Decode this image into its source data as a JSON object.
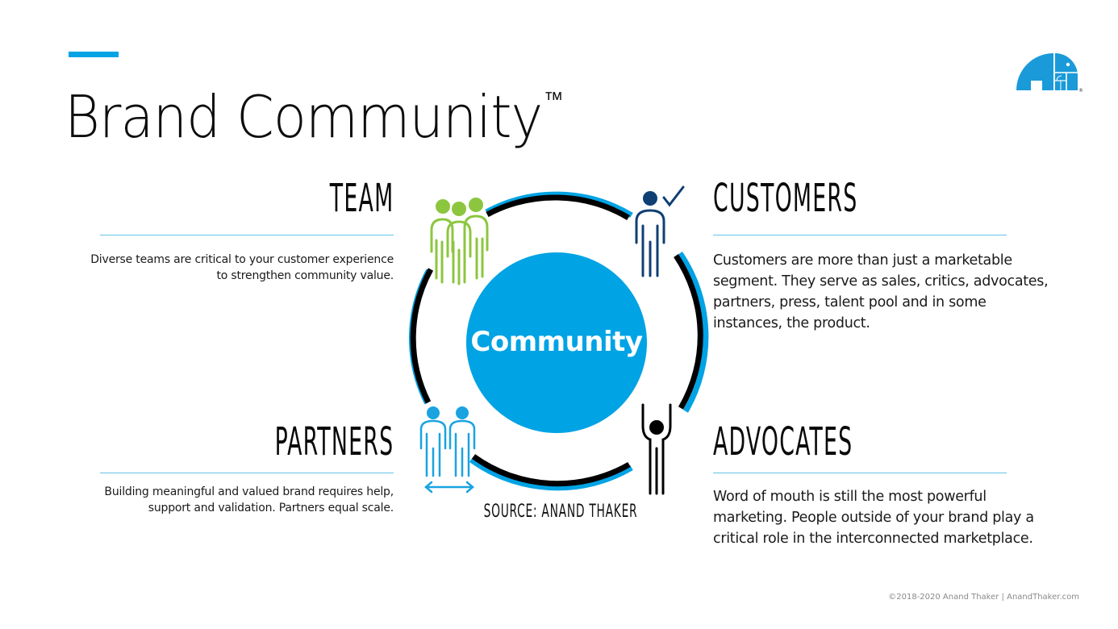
{
  "header": {
    "title": "Brand Community",
    "trademark": "™",
    "accent_color": "#00a3e4"
  },
  "logo": {
    "icon": "elephant-golden-ratio-logo-icon",
    "color": "#1a9ad9",
    "registered_mark": "®"
  },
  "diagram": {
    "center_label": "Community",
    "center_color": "#00a3e4",
    "ring_color": "#000000",
    "ring_accent_color": "#00a3e4",
    "source": "SOURCE: ANAND THAKER",
    "icons": [
      {
        "name": "team-group-icon",
        "color": "#8cc63f",
        "position": "top-left"
      },
      {
        "name": "customer-check-icon",
        "color": "#0f3f73",
        "position": "top-right"
      },
      {
        "name": "partners-pair-icon",
        "color": "#1aa3e0",
        "position": "bottom-left"
      },
      {
        "name": "advocate-cheer-icon",
        "color": "#000000",
        "position": "bottom-right"
      }
    ]
  },
  "sections": {
    "team": {
      "heading": "TEAM",
      "description_lines": [
        "Diverse teams are critical to your customer experience",
        "to strengthen community value."
      ]
    },
    "customers": {
      "heading": "CUSTOMERS",
      "description_lines": [
        "Customers are more than just a marketable",
        "segment. They serve as sales, critics, advocates,",
        "partners, press, talent pool and in some",
        "instances, the product."
      ]
    },
    "partners": {
      "heading": "PARTNERS",
      "description_lines": [
        "Building meaningful and valued brand requires help,",
        "support and validation. Partners equal scale."
      ]
    },
    "advocates": {
      "heading": "ADVOCATES",
      "description_lines": [
        "Word of mouth is still the most powerful",
        "marketing. People outside of your brand play a",
        "critical role in the interconnected marketplace."
      ]
    }
  },
  "footer": {
    "copyright": "©2018-2020 Anand Thaker | AnandThaker.com"
  }
}
